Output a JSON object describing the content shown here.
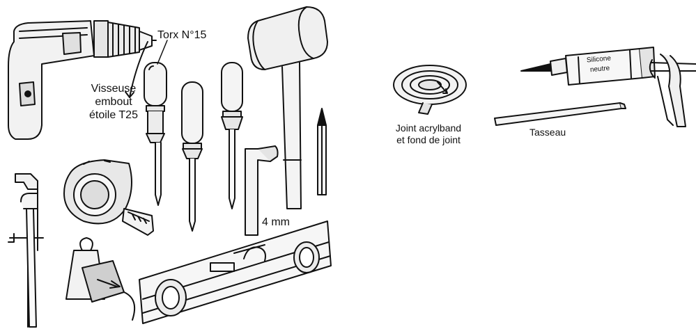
{
  "labels": {
    "torx": "Torx N°15",
    "visseuse_1": "Visseuse",
    "visseuse_2": "embout",
    "visseuse_3": "étoile T25",
    "hex_size": "4 mm",
    "joint_1": "Joint acrylband",
    "joint_2": "et fond de joint",
    "tasseau": "Tasseau",
    "silicone_1": "Silicone",
    "silicone_2": "neutre"
  },
  "colors": {
    "ink": "#111111",
    "paper": "#ffffff",
    "shade": "#cfcfcf",
    "fill": "#e9e9e9"
  }
}
